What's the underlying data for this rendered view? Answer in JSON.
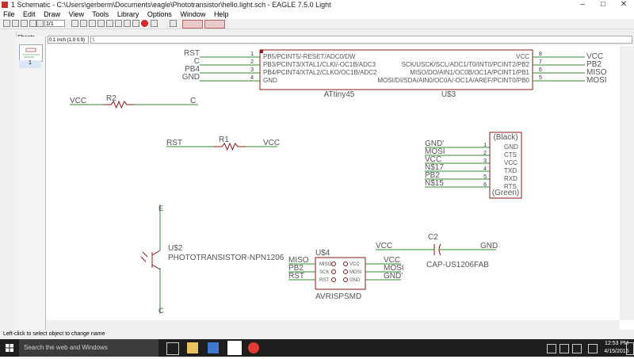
{
  "window": {
    "title": "1 Schematic - C:\\Users\\gerberm\\Documents\\eagle\\Phototransistor\\hello.light.sch - EAGLE 7.5.0 Light"
  },
  "menu": {
    "items": [
      "File",
      "Edit",
      "Draw",
      "View",
      "Tools",
      "Library",
      "Options",
      "Window",
      "Help"
    ]
  },
  "toolbar": {
    "sheet_select": "1/1"
  },
  "command": {
    "coord": "0.1 inch (1.9 0.9)",
    "input_value": "\\"
  },
  "sheets_panel": {
    "title": "Sheets",
    "thumb_number": "1"
  },
  "status": {
    "text": "Left-click to select object to change name"
  },
  "schematic": {
    "attiny": {
      "name": "ATtiny45",
      "ref": "U$3",
      "left_pins": [
        {
          "num": "1",
          "pin": "PB5/PCINT5/-RESET/ADC0/DW",
          "net": "RST"
        },
        {
          "num": "2",
          "pin": "PB3/PCINT3/XTAL1/CLKI/-OC1B/ADC3",
          "net": "C"
        },
        {
          "num": "3",
          "pin": "PB4/PCINT4/XTAL2/CLKO/OC1B/ADC2",
          "net": "PB4"
        },
        {
          "num": "4",
          "pin": "GND",
          "net": "GND"
        }
      ],
      "right_pins": [
        {
          "num": "8",
          "pin": "VCC",
          "net": "VCC"
        },
        {
          "num": "7",
          "pin": "SCK/USCK/SCL/ADC1/T0/INT0/PCINT2/PB2",
          "net": "PB2"
        },
        {
          "num": "6",
          "pin": "MISO/DO/AIN1/OC0B/OC1A/PCINT1/PB1",
          "net": "MISO"
        },
        {
          "num": "5",
          "pin": "MOSI/DI/SDA/AIN0/OC0A/-OC1A/AREF/PCINT0/PB0",
          "net": "MOSI"
        }
      ]
    },
    "r2": {
      "name": "R2",
      "left_net": "VCC",
      "right_net": "C"
    },
    "r1": {
      "name": "R1",
      "left_net": "RST",
      "right_net": "VCC"
    },
    "ftdi": {
      "top_label": "(Black)",
      "bottom_label": "(Green)",
      "pins": [
        {
          "num": "1",
          "pin": "GND",
          "net": "GND'"
        },
        {
          "num": "2",
          "pin": "CTS",
          "net": "MOSI"
        },
        {
          "num": "3",
          "pin": "VCC",
          "net": "VCC"
        },
        {
          "num": "4",
          "pin": "TXD",
          "net": "N$17"
        },
        {
          "num": "5",
          "pin": "RXD",
          "net": "PB2"
        },
        {
          "num": "6",
          "pin": "RTS",
          "net": "N$15"
        }
      ]
    },
    "phototransistor": {
      "ref": "U$2",
      "name": "PHOTOTRANSISTOR-NPN1206",
      "e": "E",
      "c": "C"
    },
    "avr": {
      "ref": "U$4",
      "name": "AVRISPSMD",
      "left": [
        {
          "pin": "MISO",
          "net": "MISO"
        },
        {
          "pin": "SCK",
          "net": "PB2"
        },
        {
          "pin": "RST",
          "net": "RST"
        }
      ],
      "right": [
        {
          "pin": "VCC",
          "net": "VCC"
        },
        {
          "pin": "MOSI",
          "net": "MOSI"
        },
        {
          "pin": "GND",
          "net": "GND'"
        }
      ]
    },
    "cap": {
      "ref": "C2",
      "name": "CAP-US1206FAB",
      "left_net": "VCC",
      "right_net": "GND"
    }
  },
  "taskbar": {
    "search_placeholder": "Search the web and Windows",
    "time": "12:53 PM",
    "date": "4/15/2016"
  },
  "colors": {
    "net": "#2e8b2e",
    "component": "#8b1a1a",
    "text": "#555555",
    "taskbar": "#1e1e1e"
  }
}
